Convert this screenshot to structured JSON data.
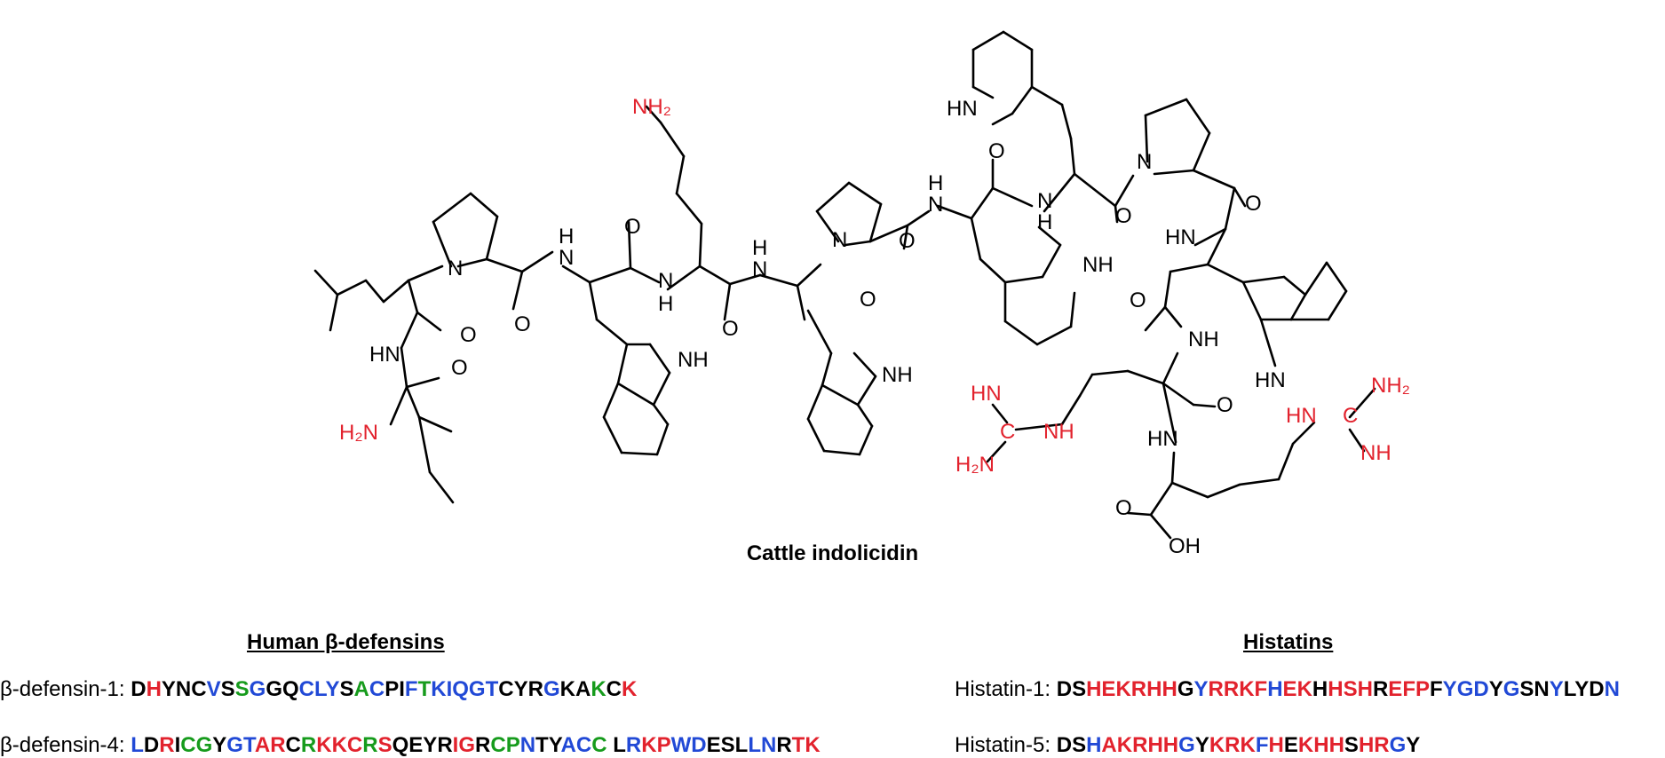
{
  "title": "Cattle indolicidin",
  "colors": {
    "black": "#000000",
    "red": "#e2222d",
    "blue": "#2149d6",
    "green": "#169b1c"
  },
  "atom_labels": {
    "nh2_lys": "NH₂",
    "h2n_ile": "H₂N",
    "hn": "HN",
    "nh": "NH",
    "n": "N",
    "h": "H",
    "o": "O",
    "oh": "OH",
    "c": "C",
    "guan_hn": "HN",
    "guan_nh": "NH",
    "guan_h2n": "H₂N",
    "guan_nh2": "NH₂"
  },
  "groups": [
    {
      "heading": "Human β-defensins",
      "rows": [
        {
          "label": "β-defensin-1:",
          "colors": "KRKKKBKGBKKBBBKGBKKBGBBBBBKKKBKKGKRRBBRR",
          "sequence": "DHYNCVSSGGQCLYSACPIFTKIQGTCYRGKAKCK"
        },
        {
          "label": "β-defensin-4:",
          "colors": "BKRKGGKBBRRKGRRRGRKKKKRRKGGBKKBBGG BRRBBKKKBBKRRR",
          "sequence": "LDRICGYGTARCRKKCRSQEYRIGRCPNTYACC LRKPWDESLLNRTK"
        }
      ]
    },
    {
      "heading": "Histatins",
      "rows": [
        {
          "label": "Histatin-1:",
          "colors": "KKRRRRRRKBRRRRBRRKRRRKRRRKBBBKBKKBKKKBKKK",
          "sequence": "DSHEKRHHGYRRKFHEKHHSHREFPFYGDYGSNYLYDN"
        },
        {
          "label": "Histatin-5:",
          "colors": "KKBRRRRRBKRRRBRKRRRKRRBK",
          "sequence": "DSHAKRHHGYKRKFHEKHHSHRGY"
        }
      ]
    }
  ]
}
